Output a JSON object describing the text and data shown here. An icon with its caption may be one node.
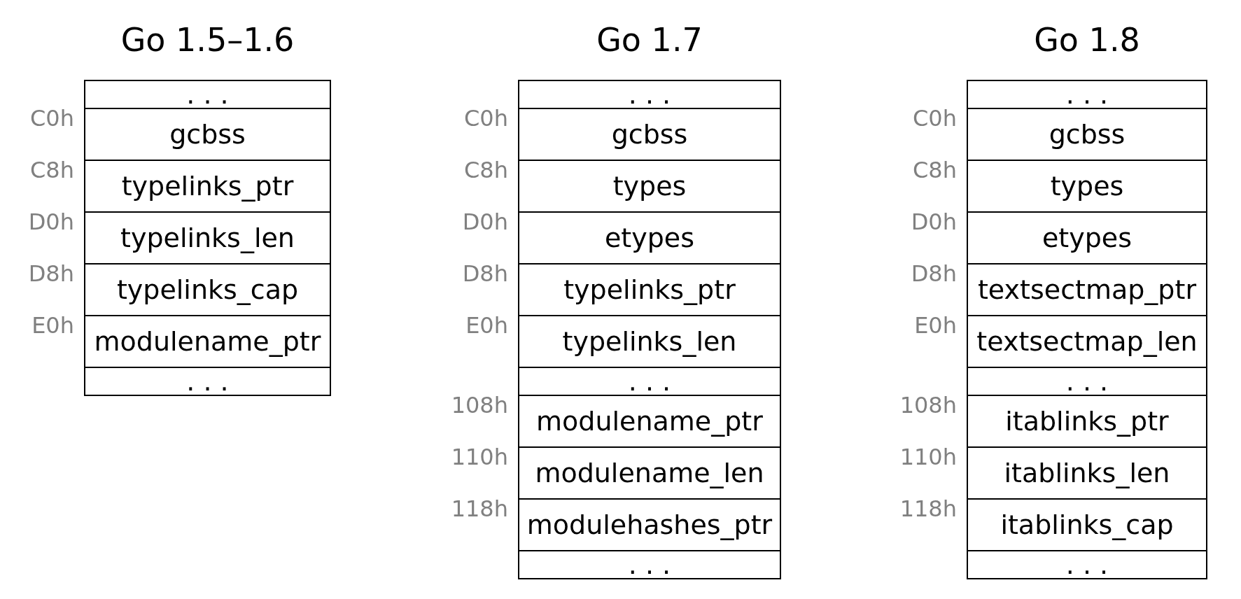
{
  "diagram": {
    "nodes": [
      {
        "text": [
          "Go 1.5–1.6"
        ]
      },
      {
        "text": [
          ". . ."
        ],
        "in": 0
      },
      {
        "text": [
          "gcbss"
        ],
        "in": 0,
        "beside": [
          "C0h"
        ]
      },
      {
        "text": [
          "typelinks_ptr"
        ],
        "in": 0,
        "beside": [
          "C8h"
        ]
      },
      {
        "text": [
          "typelinks_len"
        ],
        "in": 0,
        "beside": [
          "D0h"
        ]
      },
      {
        "text": [
          "typelinks_cap"
        ],
        "in": 0,
        "beside": [
          "D8h"
        ]
      },
      {
        "text": [
          "modulename_ptr"
        ],
        "in": 0,
        "beside": [
          "E0h"
        ]
      },
      {
        "text": [
          ". . ."
        ],
        "in": 0
      },
      {
        "text": [
          "Go 1.7"
        ]
      },
      {
        "text": [
          ". . ."
        ],
        "in": 8
      },
      {
        "text": [
          "gcbss"
        ],
        "in": 8,
        "beside": [
          "C0h"
        ]
      },
      {
        "text": [
          "types"
        ],
        "in": 8,
        "beside": [
          "C8h"
        ]
      },
      {
        "text": [
          "etypes"
        ],
        "in": 8,
        "beside": [
          "D0h"
        ]
      },
      {
        "text": [
          "typelinks_ptr"
        ],
        "in": 8,
        "beside": [
          "D8h"
        ]
      },
      {
        "text": [
          "typelinks_len"
        ],
        "in": 8,
        "beside": [
          "E0h"
        ]
      },
      {
        "text": [
          ". . ."
        ],
        "in": 8
      },
      {
        "text": [
          "modulename_ptr"
        ],
        "in": 8,
        "beside": [
          "108h"
        ]
      },
      {
        "text": [
          "modulename_len"
        ],
        "in": 8,
        "beside": [
          "110h"
        ]
      },
      {
        "text": [
          "modulehashes_ptr"
        ],
        "in": 8,
        "beside": [
          "118h"
        ]
      },
      {
        "text": [
          ". . ."
        ],
        "in": 8
      },
      {
        "text": [
          "Go 1.8"
        ]
      },
      {
        "text": [
          ". . ."
        ],
        "in": 20
      },
      {
        "text": [
          "gcbss"
        ],
        "in": 20,
        "beside": [
          "C0h"
        ]
      },
      {
        "text": [
          "types"
        ],
        "in": 20,
        "beside": [
          "C8h"
        ]
      },
      {
        "text": [
          "etypes"
        ],
        "in": 20,
        "beside": [
          "D0h"
        ]
      },
      {
        "text": [
          "textsectmap_ptr"
        ],
        "in": 20,
        "beside": [
          "D8h"
        ]
      },
      {
        "text": [
          "textsectmap_len"
        ],
        "in": 20,
        "beside": [
          "E0h"
        ]
      },
      {
        "text": [
          ". . ."
        ],
        "in": 20
      },
      {
        "text": [
          "itablinks_ptr"
        ],
        "in": 20,
        "beside": [
          "108h"
        ]
      },
      {
        "text": [
          "itablinks_len"
        ],
        "in": 20,
        "beside": [
          "110h"
        ]
      },
      {
        "text": [
          "itablinks_cap"
        ],
        "in": 20,
        "beside": [
          "118h"
        ]
      },
      {
        "text": [
          ". . ."
        ],
        "in": 20
      }
    ]
  }
}
